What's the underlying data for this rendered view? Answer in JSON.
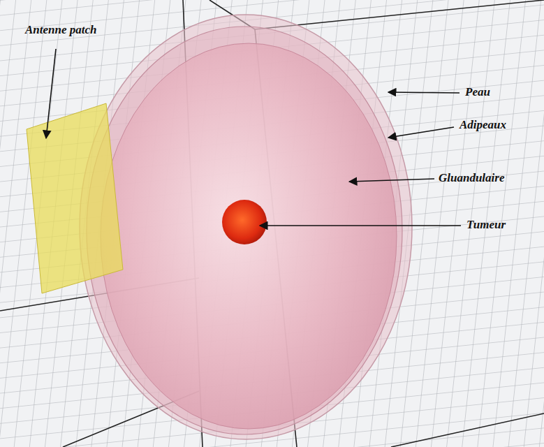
{
  "diagram": {
    "labels": [
      "Antenne patch",
      "Peau",
      "Adipeaux",
      "Gluandulaire",
      "Tumeur"
    ]
  }
}
